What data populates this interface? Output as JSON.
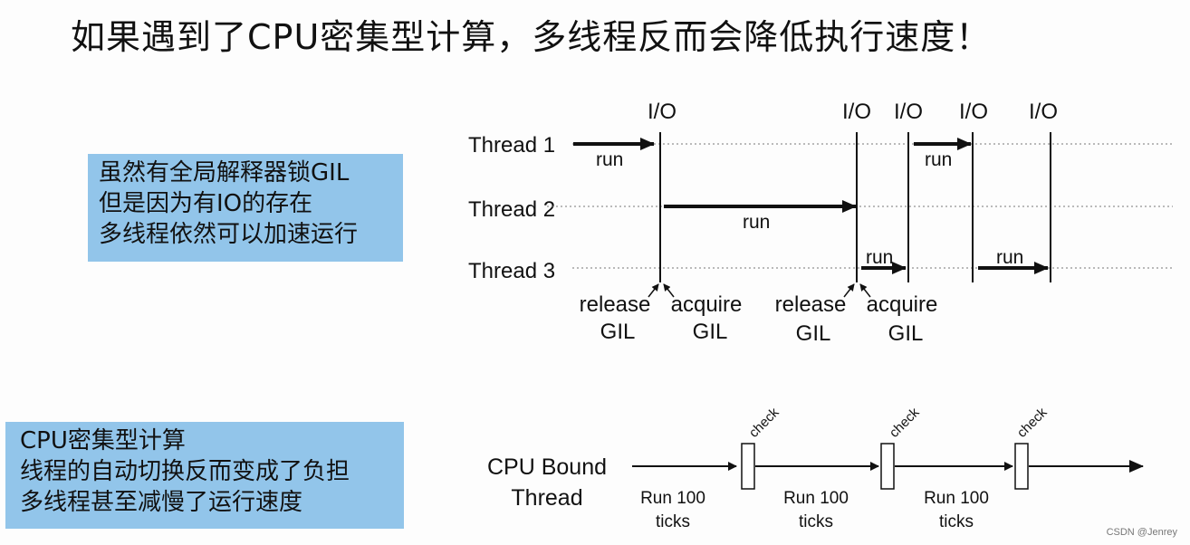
{
  "title": "如果遇到了CPU密集型计算，多线程反而会降低执行速度！",
  "note_io": {
    "lines": [
      "虽然有全局解释器锁GIL",
      "但是因为有IO的存在",
      "多线程依然可以加速运行"
    ]
  },
  "note_cpu": {
    "lines": [
      "CPU密集型计算",
      "线程的自动切换反而变成了负担",
      "多线程甚至减慢了运行速度"
    ]
  },
  "io_diagram": {
    "threads": [
      "Thread 1",
      "Thread 2",
      "Thread 3"
    ],
    "io_label": "I/O",
    "run_label": "run",
    "release_label": [
      "release",
      "GIL"
    ],
    "acquire_label": [
      "acquire",
      "GIL"
    ]
  },
  "cpu_diagram": {
    "thread_label": [
      "CPU Bound",
      "Thread"
    ],
    "check_label": "check",
    "segment_label": [
      "Run 100",
      "ticks"
    ]
  },
  "watermark": "CSDN @Jenrey",
  "colors": {
    "note_bg": "#92c5ea",
    "ink": "#111111"
  }
}
